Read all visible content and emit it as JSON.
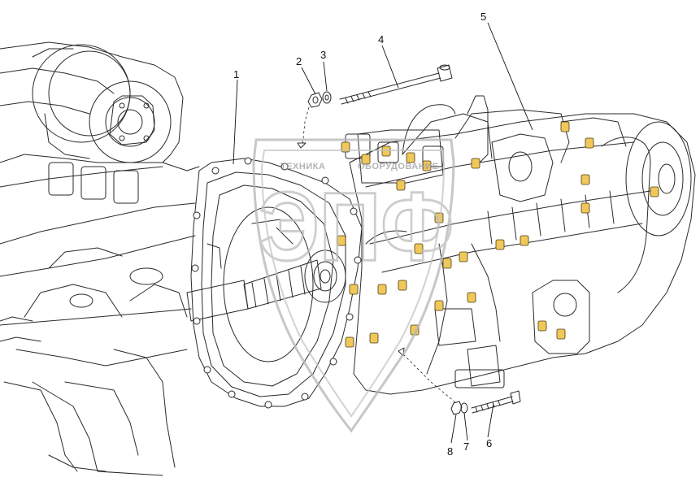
{
  "diagram": {
    "callouts": [
      {
        "id": "1",
        "label": "1"
      },
      {
        "id": "2",
        "label": "2"
      },
      {
        "id": "3",
        "label": "3"
      },
      {
        "id": "4",
        "label": "4"
      },
      {
        "id": "5",
        "label": "5"
      },
      {
        "id": "6",
        "label": "6"
      },
      {
        "id": "7",
        "label": "7"
      },
      {
        "id": "8",
        "label": "8"
      }
    ],
    "watermark": {
      "top_text": "ТЕХНИКА",
      "top_text_2": "ОБОРУДОВАНИЕ",
      "mark": "ЭПФ"
    }
  },
  "colors": {
    "line": "#2a2a2a",
    "highlight": "#f0c85a",
    "background": "#ffffff"
  }
}
